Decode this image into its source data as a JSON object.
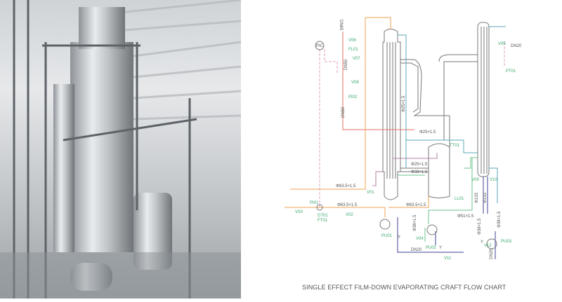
{
  "caption": "SINGLE EFFECT FILM-DOWN EVAPORATING CRAFT FLOW CHART",
  "photo": {
    "description_icon": "evaporator-plant-photo"
  },
  "labels": {
    "dn65": "DN65",
    "v06": "V06",
    "fl01": "FL01",
    "v07": "V07",
    "dn50a": "DN50",
    "v08": "V08",
    "pi02": "PI02",
    "dn50b": "DN50",
    "pic": "PIC",
    "d25a": "Φ25×1.5",
    "d25b": "Φ25×1.5",
    "tt01": "TT01",
    "d25c": "Φ25×1.5",
    "d38a": "Φ38×1.5",
    "d635a": "Φ63.5×1.5",
    "v01": "V01",
    "v03": "V03",
    "pi01": "PI01",
    "dt01": "DT01",
    "ft01": "FT01",
    "d635b": "Φ63.5×1.5",
    "v02": "V02",
    "d635c": "Φ63.5×1.5",
    "pu01": "PU01",
    "y1": "Y",
    "d38b": "Φ38×1.5",
    "v04": "V04",
    "pu02": "PU02",
    "y2": "Y",
    "dn20a": "DN20",
    "v11": "V11",
    "ll01": "LL01",
    "v05": "V05",
    "dn20b": "DN20",
    "pt01": "PT01",
    "v09": "V09",
    "v10": "V10",
    "d133a": "Φ133",
    "d133b": "Φ133",
    "d51": "Φ51×1.5",
    "d38c": "Φ38×1.5",
    "d38d": "Φ38×1.5",
    "y3": "Y",
    "v12": "V12",
    "pu03": "PU03",
    "dn25": "DN25"
  },
  "colors": {
    "steam": "#e07060",
    "feed": "#f0a050",
    "cooling": "#5aa8b8",
    "water": "#6cc08c",
    "vacuum": "#40409a",
    "signal": "#e0a0c0"
  }
}
